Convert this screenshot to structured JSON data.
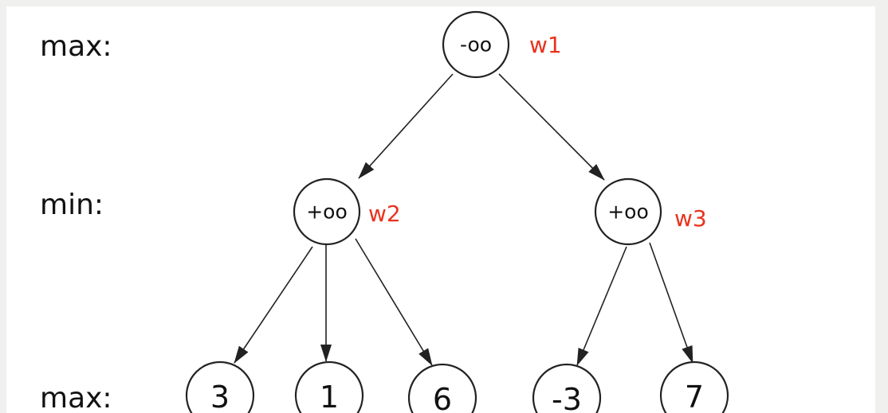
{
  "levels": [
    "max:",
    "min:",
    "max:"
  ],
  "nodes": [
    {
      "id": "root",
      "value": "-oo",
      "weight": "w1"
    },
    {
      "id": "min-left",
      "value": "+oo",
      "weight": "w2"
    },
    {
      "id": "min-right",
      "value": "+oo",
      "weight": "w3"
    },
    {
      "id": "leaf-1",
      "value": "3"
    },
    {
      "id": "leaf-2",
      "value": "1"
    },
    {
      "id": "leaf-3",
      "value": "6"
    },
    {
      "id": "leaf-4",
      "value": "-3"
    },
    {
      "id": "leaf-5",
      "value": "7"
    }
  ],
  "edges": [
    [
      "root",
      "min-left"
    ],
    [
      "root",
      "min-right"
    ],
    [
      "min-left",
      "leaf-1"
    ],
    [
      "min-left",
      "leaf-2"
    ],
    [
      "min-left",
      "leaf-3"
    ],
    [
      "min-right",
      "leaf-4"
    ],
    [
      "min-right",
      "leaf-5"
    ]
  ],
  "colors": {
    "weight": "#e8321e",
    "stroke": "#222222",
    "background": "#f0f0ee"
  }
}
